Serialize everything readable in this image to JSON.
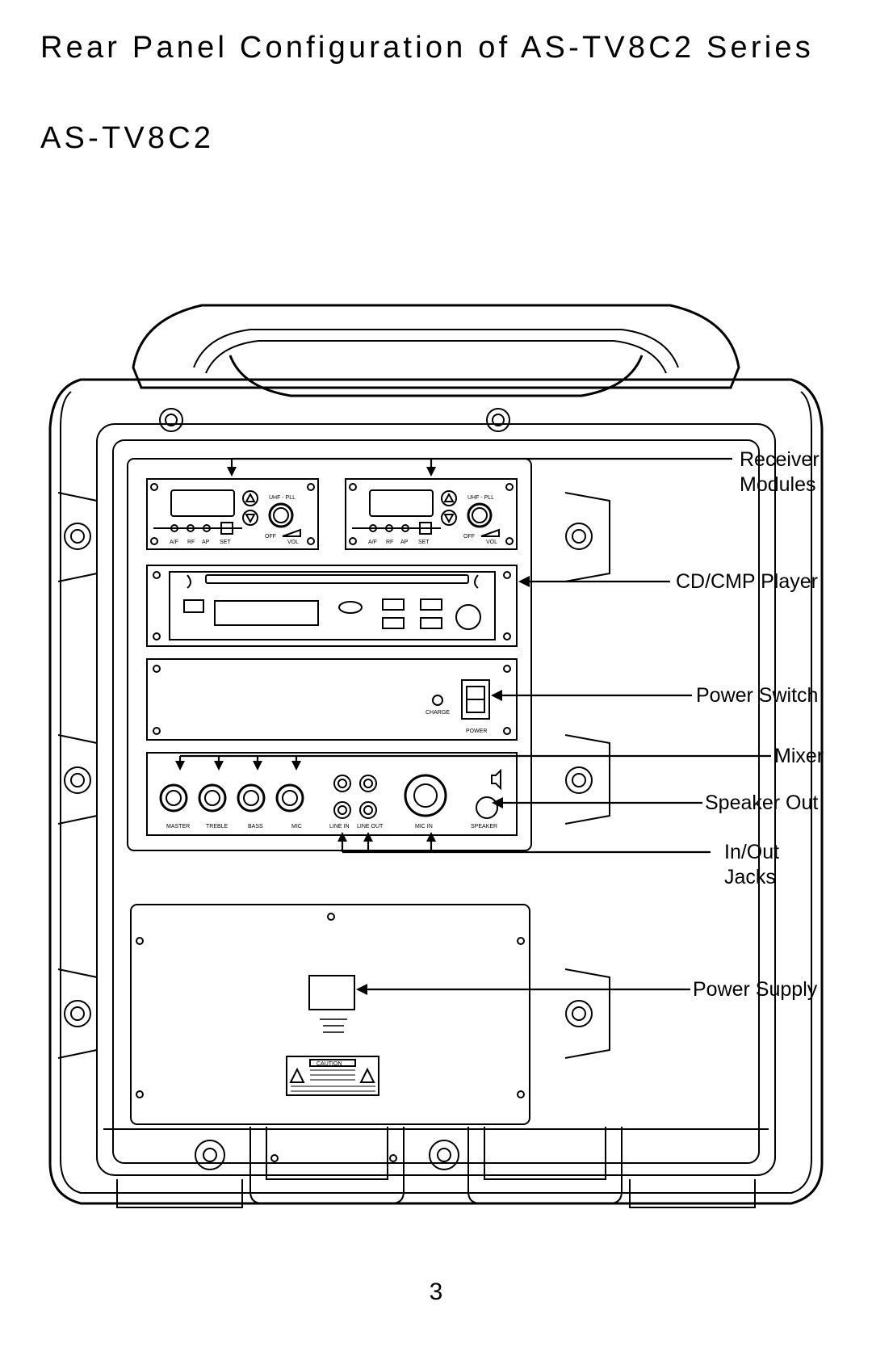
{
  "page": {
    "title": "Rear Panel Configuration of AS-TV8C2 Series",
    "subtitle": "AS-TV8C2",
    "page_number": "3"
  },
  "callouts": {
    "receiver_line1": "Receiver",
    "receiver_line2": "Modules",
    "cd_player": "CD/CMP Player",
    "power_switch": "Power Switch",
    "mixer": "Mixer",
    "speaker_out": "Speaker Out",
    "jacks_line1": "In/Out",
    "jacks_line2": "Jacks",
    "power_supply": "Power Supply"
  },
  "panel_labels": {
    "uhf_pll": "UHF - PLL",
    "af": "A/F",
    "rf": "RF",
    "ap": "AP",
    "set": "SET",
    "off": "OFF",
    "vol": "VOL",
    "charge": "CHARGE",
    "power": "POWER",
    "master": "MASTER",
    "treble": "TREBLE",
    "bass": "BASS",
    "mic": "MIC",
    "line_in": "LINE IN",
    "line_out": "LINE OUT",
    "mic_in": "MIC IN",
    "speaker": "SPEAKER",
    "caution": "CAUTION"
  }
}
